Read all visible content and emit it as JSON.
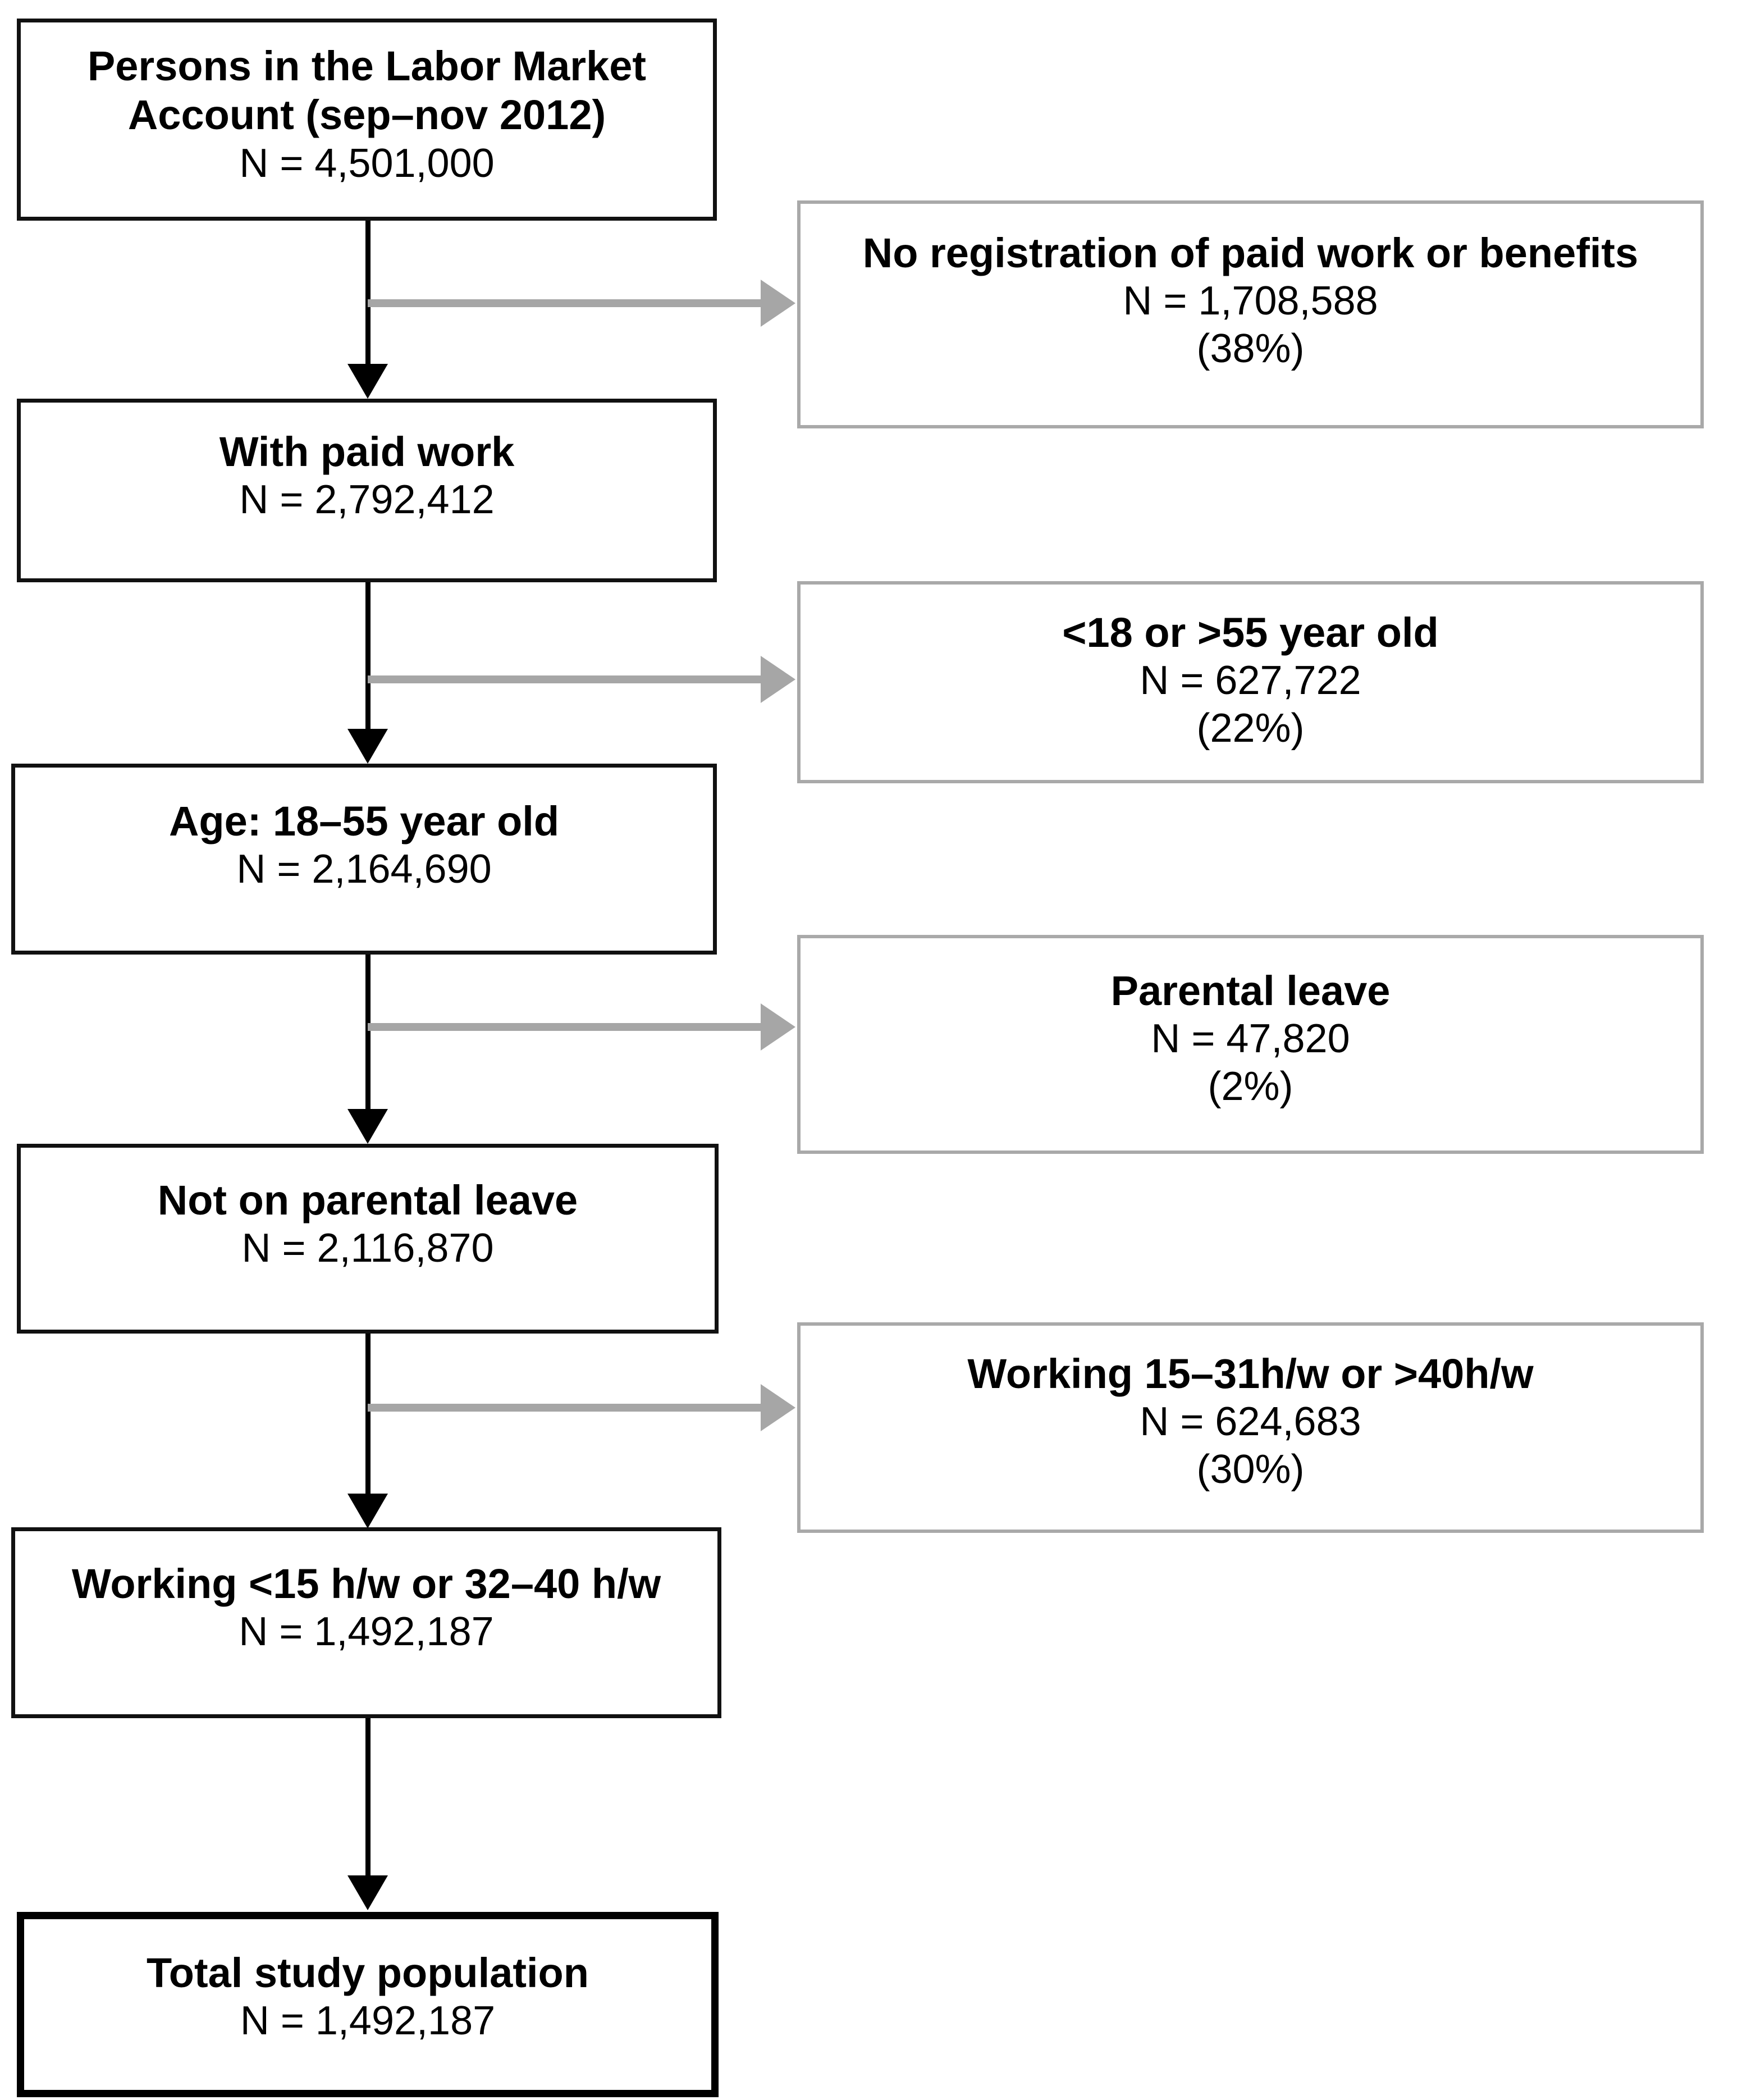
{
  "diagram": {
    "type": "study-population-flowchart",
    "title": "Study population selection flowchart"
  },
  "main_nodes": [
    {
      "id": "labor-market-account",
      "title": "Persons in the Labor Market\nAccount (sep–nov 2012)",
      "count": "N = 4,501,000"
    },
    {
      "id": "with-paid-work",
      "title": "With paid work",
      "count": "N = 2,792,412"
    },
    {
      "id": "age-18-55",
      "title": "Age: 18–55 year old",
      "count": "N = 2,164,690"
    },
    {
      "id": "not-on-parental-leave",
      "title": "Not on parental leave",
      "count": "N = 2,116,870"
    },
    {
      "id": "working-hours-included",
      "title": "Working <15 h/w or 32–40 h/w",
      "count": "N = 1,492,187"
    },
    {
      "id": "total-study-population",
      "title": "Total study population",
      "count": "N = 1,492,187"
    }
  ],
  "excluded_nodes": [
    {
      "id": "no-registration",
      "title": "No registration of paid work or benefits",
      "count": "N = 1,708,588",
      "pct": "(38%)"
    },
    {
      "id": "age-out-of-range",
      "title": "<18 or >55 year old",
      "count": "N = 627,722",
      "pct": "(22%)"
    },
    {
      "id": "parental-leave",
      "title": "Parental leave",
      "count": "N = 47,820",
      "pct": "(2%)"
    },
    {
      "id": "working-hours-excluded",
      "title": "Working 15–31h/w or >40h/w",
      "count": "N = 624,683",
      "pct": "(30%)"
    }
  ],
  "colors": {
    "main_border": "#111111",
    "final_border": "#000000",
    "excluded_border": "#a9a9a9",
    "flow_arrow": "#000000",
    "exclusion_arrow": "#a6a6a6",
    "background": "#ffffff"
  }
}
